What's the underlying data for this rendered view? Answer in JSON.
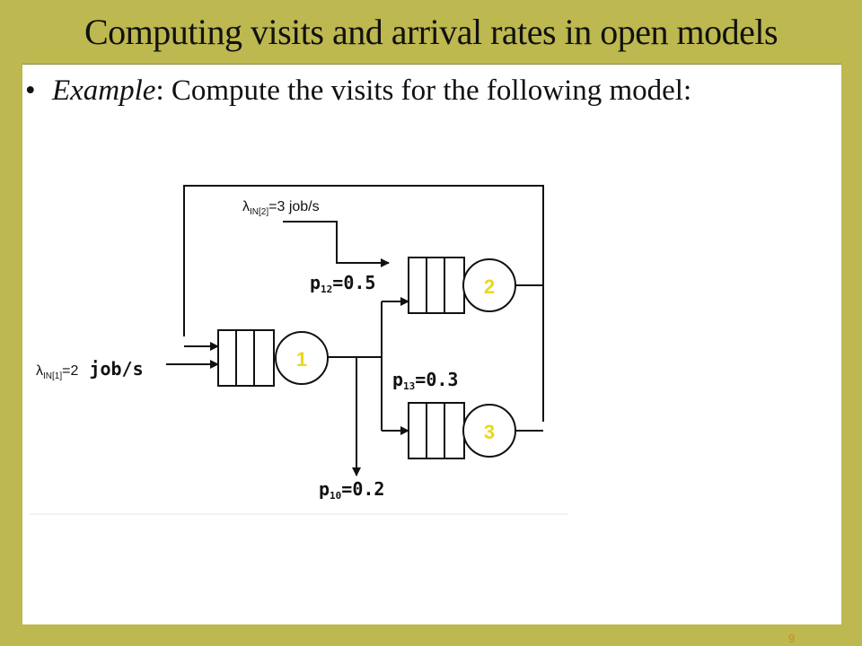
{
  "title": "Computing visits and arrival rates in open models",
  "bullet": {
    "marker": "•",
    "emphasis": "Example",
    "text": ": Compute the visits for the following model:"
  },
  "diagram": {
    "arrivals": {
      "in1": {
        "symbol": "λ",
        "sub": "IN[1]",
        "rest_small": "=2",
        "rest_bold": " job/s"
      },
      "in2": {
        "symbol": "λ",
        "sub": "IN[2]",
        "rest": "=3 job/s"
      }
    },
    "stations": [
      {
        "id": "1"
      },
      {
        "id": "2"
      },
      {
        "id": "3"
      }
    ],
    "probabilities": {
      "p12": {
        "base": "p",
        "sub": "12",
        "value": "=0.5"
      },
      "p13": {
        "base": "p",
        "sub": "13",
        "value": "=0.3"
      },
      "p10": {
        "base": "p",
        "sub": "10",
        "value": "=0.2"
      }
    },
    "colors": {
      "station_label": "#e8d81a",
      "line": "#111111"
    }
  },
  "page_number": "9"
}
